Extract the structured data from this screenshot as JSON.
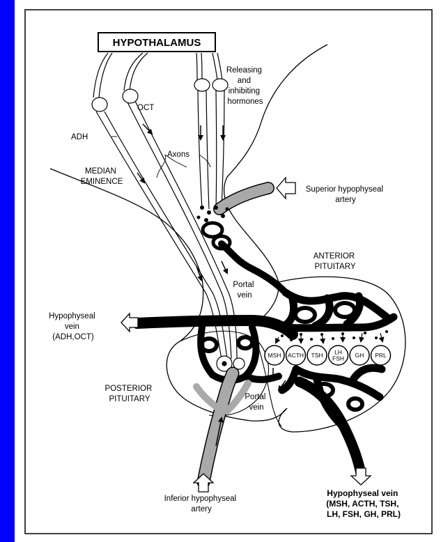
{
  "colors": {
    "background": "#0000ff",
    "canvas": "#ffffff",
    "ink": "#000000",
    "artery": "#a9a9a9"
  },
  "labels": {
    "hypothalamus": "HYPOTHALAMUS",
    "releasing": [
      "Releasing",
      "and",
      "inhibiting",
      "hormones"
    ],
    "oct": "OCT",
    "adh": "ADH",
    "axons": "Axons",
    "median_eminence": [
      "MEDIAN",
      "EMINENCE"
    ],
    "superior_artery": [
      "Superior hypophyseal",
      "artery"
    ],
    "anterior_pituitary": [
      "ANTERIOR",
      "PITUITARY"
    ],
    "portal_vein_top": [
      "Portal",
      "vein"
    ],
    "hypophyseal_vein_left": [
      "Hypophyseal",
      "vein",
      "(ADH,OCT)"
    ],
    "posterior_pituitary": [
      "POSTERIOR",
      "PITUITARY"
    ],
    "portal_vein_bottom": [
      "Portal",
      "vein"
    ],
    "inferior_artery": [
      "Inferior hypophyseal",
      "artery"
    ],
    "hypophyseal_vein_bottom": [
      "Hypophyseal vein",
      "(MSH, ACTH, TSH,",
      "LH, FSH, GH, PRL)"
    ]
  },
  "cells": [
    {
      "id": "msh",
      "lines": [
        "MSH"
      ]
    },
    {
      "id": "acth",
      "lines": [
        "ACTH"
      ]
    },
    {
      "id": "tsh",
      "lines": [
        "TSH"
      ]
    },
    {
      "id": "lh-fsh",
      "lines": [
        "LH",
        "FSH"
      ]
    },
    {
      "id": "gh",
      "lines": [
        "GH"
      ]
    },
    {
      "id": "prl",
      "lines": [
        "PRL"
      ]
    }
  ]
}
